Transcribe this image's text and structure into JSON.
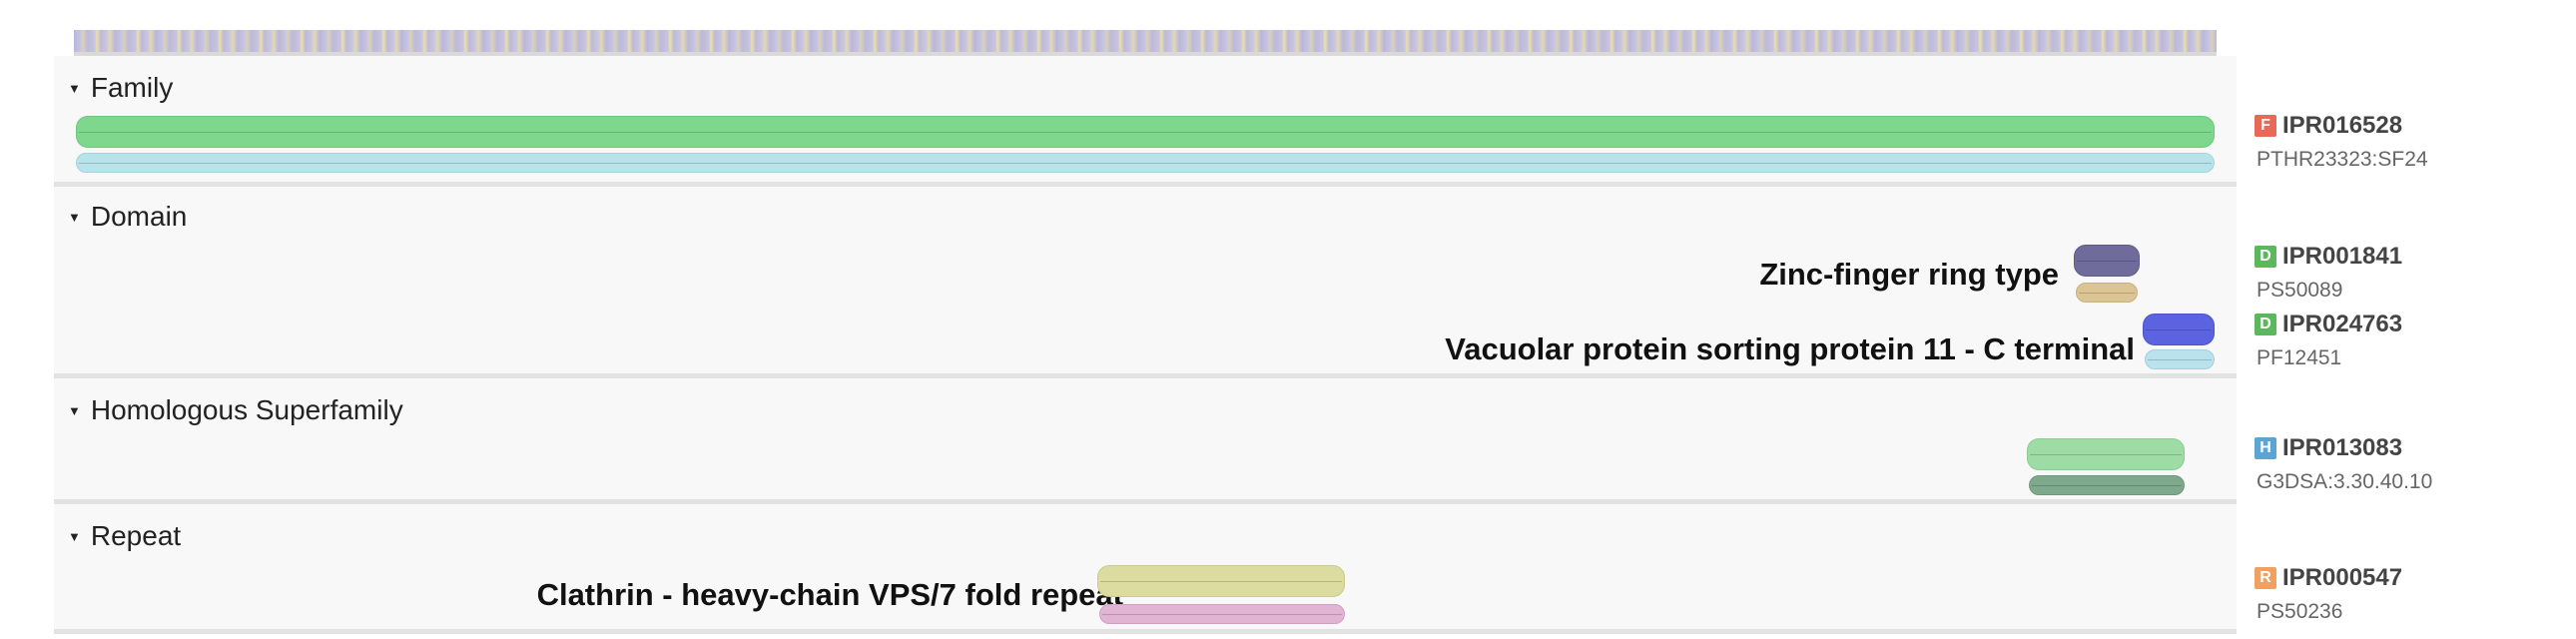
{
  "sections": {
    "family": {
      "title": "Family",
      "entry": {
        "badge": "F",
        "badge_color": "#e8685a",
        "accession": "IPR016528",
        "member": "PTHR23323:SF24"
      }
    },
    "domain": {
      "title": "Domain",
      "entries": [
        {
          "label": "Zinc-finger ring type",
          "badge": "D",
          "badge_color": "#5cb85c",
          "accession": "IPR001841",
          "member": "PS50089"
        },
        {
          "label": "Vacuolar protein sorting protein 11 - C terminal",
          "badge": "D",
          "badge_color": "#5cb85c",
          "accession": "IPR024763",
          "member": "PF12451"
        }
      ]
    },
    "homologous": {
      "title": "Homologous Superfamily",
      "entry": {
        "badge": "H",
        "badge_color": "#5aa5d6",
        "accession": "IPR013083",
        "member": "G3DSA:3.30.40.10"
      }
    },
    "repeat": {
      "title": "Repeat",
      "entry": {
        "label": "Clathrin - heavy-chain VPS/7 fold repeat",
        "badge": "R",
        "badge_color": "#f0a060",
        "accession": "IPR000547",
        "member": "PS50236"
      }
    }
  },
  "colors": {
    "family_main": "#7dd88e",
    "family_member": "#b8e3ea",
    "zinc_main": "#6f6c9c",
    "zinc_member": "#dcc594",
    "vps_main": "#5b63e0",
    "vps_member": "#b9e2ec",
    "homol_main": "#9ddca4",
    "homol_member": "#7fa98c",
    "repeat_main": "#dcdca0",
    "repeat_member": "#e2b4d4"
  }
}
